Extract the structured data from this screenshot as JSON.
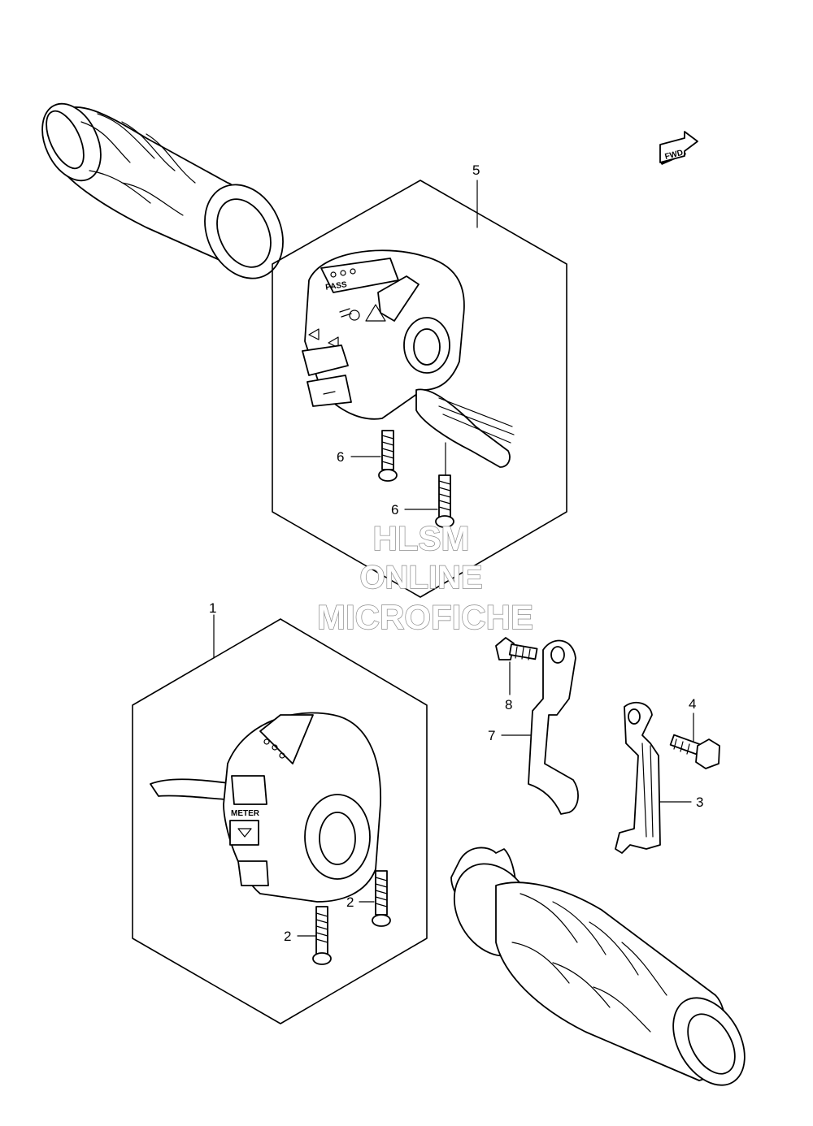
{
  "fwd_label": "FWD",
  "callouts": {
    "c1": "1",
    "c2a": "2",
    "c2b": "2",
    "c3": "3",
    "c4": "4",
    "c5": "5",
    "c6a": "6",
    "c6b": "6",
    "c7": "7",
    "c8": "8"
  },
  "switch_labels": {
    "pass": "PASS",
    "meter": "METER"
  },
  "watermark": {
    "line1": "HLSM",
    "line2": "ONLINE",
    "line3": "MICROFICHE"
  }
}
